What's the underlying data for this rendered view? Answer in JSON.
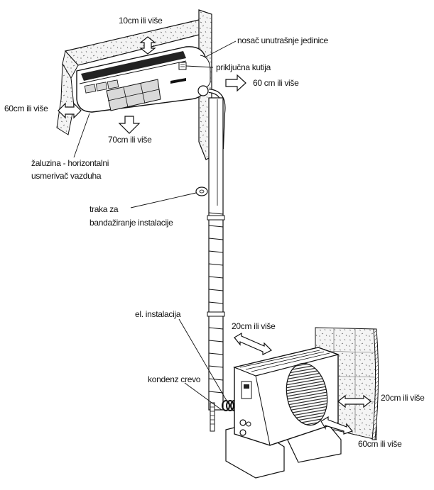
{
  "diagram": {
    "title": "",
    "indoor_unit": {
      "clearance_top": "10cm ili više",
      "clearance_left": "60cm ili više",
      "clearance_right": "60 cm ili više",
      "clearance_bottom": "70cm ili više",
      "mount_label": "nosač unutrašnje jedinice",
      "terminal_box_label": "priključna kutija",
      "louver_label_line1": "žaluzina - horizontalni",
      "louver_label_line2": "usmerivač vazduha"
    },
    "piping": {
      "tape_label_line1": "traka za",
      "tape_label_line2": "bandažiranje instalacije",
      "electrical_label": "el. instalacija",
      "drain_label": "kondenz crevo"
    },
    "outdoor_unit": {
      "clearance_top": "20cm ili više",
      "clearance_back": "20cm ili više",
      "clearance_front": "60cm ili više"
    }
  },
  "colors": {
    "line": "#111111",
    "wall_fill": "#f2f2f2",
    "filter_fill": "#d9d9d9",
    "background": "#ffffff"
  }
}
